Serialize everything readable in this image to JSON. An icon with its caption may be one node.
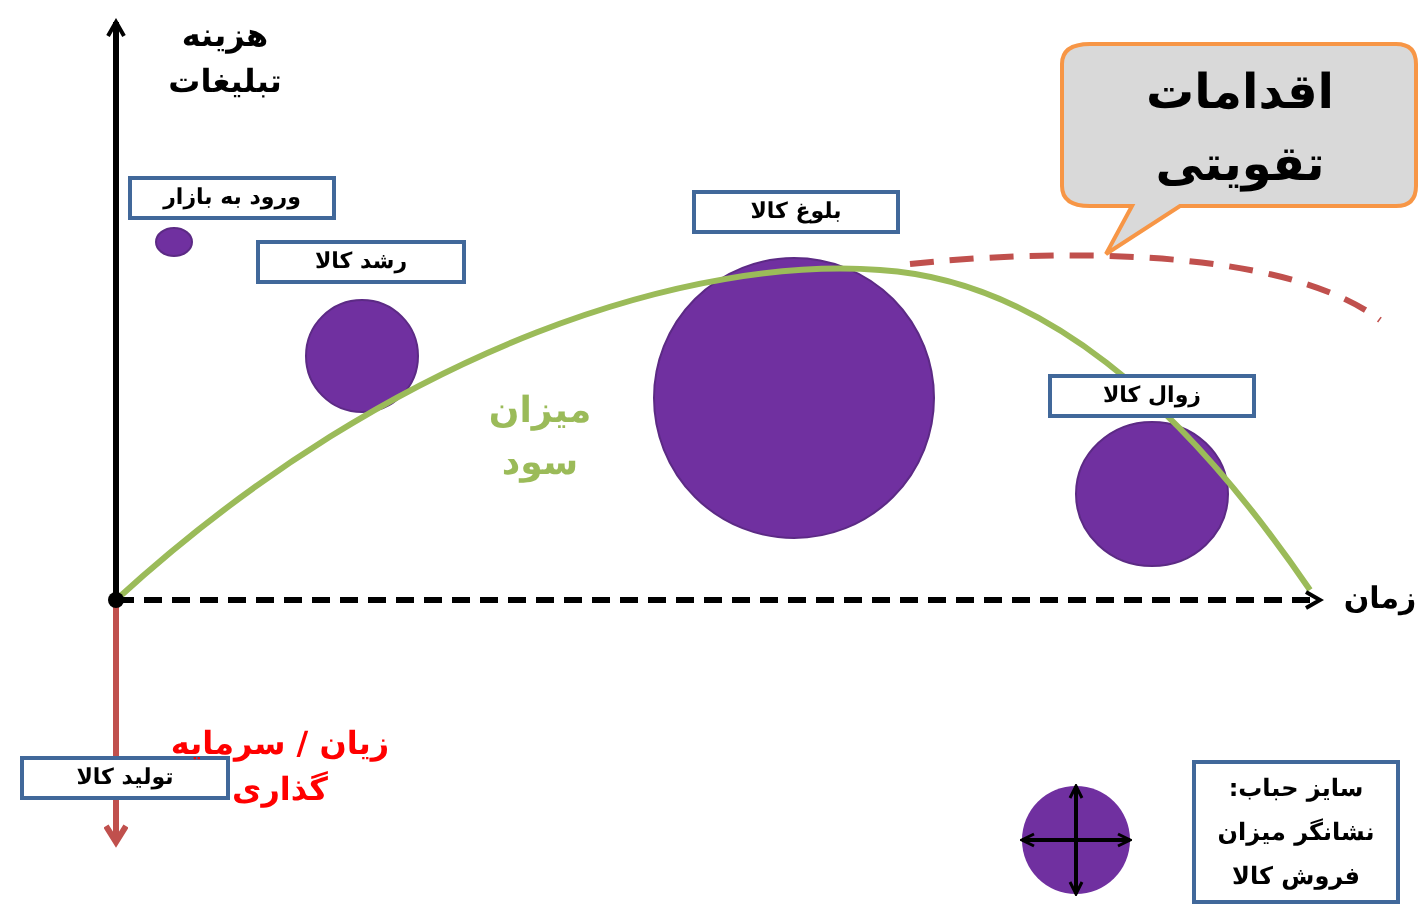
{
  "diagram": {
    "nodes": [
      {
        "text": [
          "ورود به بازار"
        ]
      },
      {
        "text": [
          "رشد کالا"
        ]
      },
      {
        "text": [
          "بلوغ کالا"
        ]
      },
      {
        "text": [
          "زوال کالا"
        ]
      },
      {
        "text": [
          "تولید کالا"
        ]
      },
      {
        "text": [
          "اقدامات تقویتی"
        ]
      },
      {
        "text": [],
        "shape": "circle"
      },
      {
        "text": [],
        "shape": "circle"
      },
      {
        "text": [],
        "shape": "circle"
      },
      {
        "text": [],
        "shape": "circle"
      }
    ],
    "edges": [],
    "labels": [
      "هزینه تبلیغات",
      "میزان سود",
      "زمان",
      "زیان / سرمایه گذاری"
    ],
    "legend": [
      {
        "text": "سایز حباب: نشانگر میزان فروش کالا"
      }
    ]
  }
}
